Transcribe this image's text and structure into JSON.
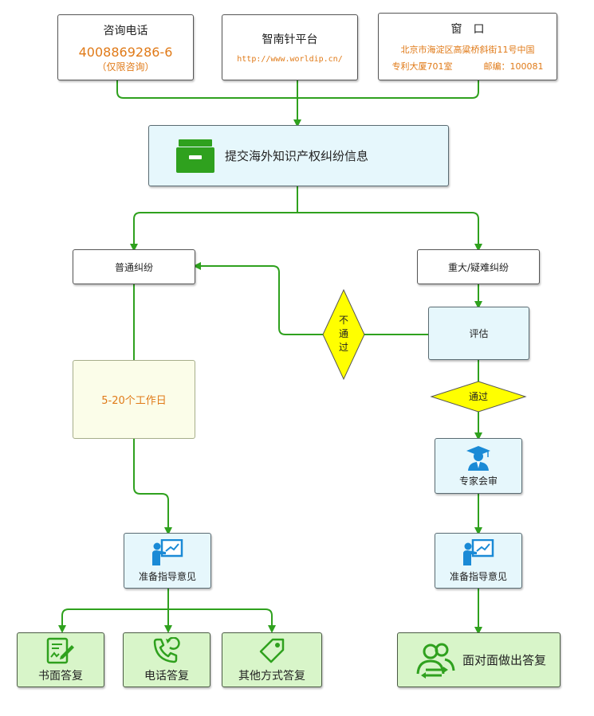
{
  "top": {
    "hotline": {
      "title": "咨询电话",
      "number": "4008869286-6",
      "note": "（仅限咨询）"
    },
    "platform": {
      "title": "智南针平台",
      "url": "http://www.worldip.cn/"
    },
    "window": {
      "title": "窗　口",
      "address_line1": "北京市海淀区高粱桥斜街11号中国",
      "address_line2": "专利大厦701室",
      "postcode": "邮编：100081"
    }
  },
  "submit": {
    "label": "提交海外知识产权纠纷信息",
    "icon": "inbox-tray-icon"
  },
  "ordinary": {
    "label": "普通纠纷"
  },
  "major": {
    "label": "重大/疑难纠纷"
  },
  "duration": {
    "label": "5-20个工作日"
  },
  "evaluate": {
    "label": "评估"
  },
  "fail": {
    "label_lines": [
      "不",
      "通",
      "过"
    ]
  },
  "pass": {
    "label": "通过"
  },
  "expert": {
    "label": "专家会审",
    "icon": "graduate-icon"
  },
  "guide_left": {
    "label": "准备指导意见",
    "icon": "presentation-icon"
  },
  "guide_right": {
    "label": "准备指导意见",
    "icon": "presentation-icon"
  },
  "replies": {
    "written": {
      "label": "书面答复",
      "icon": "document-sign-icon"
    },
    "phone": {
      "label": "电话答复",
      "icon": "phone-callback-icon"
    },
    "other": {
      "label": "其他方式答复",
      "icon": "tag-icon"
    },
    "face": {
      "label": "面对面做出答复",
      "icon": "people-icon"
    }
  },
  "colors": {
    "line": "#2fa11e",
    "diamond": "#ffff00",
    "icon_blue": "#1a8ad6",
    "icon_green": "#2fa11e",
    "orange_text": "#e07a18"
  }
}
